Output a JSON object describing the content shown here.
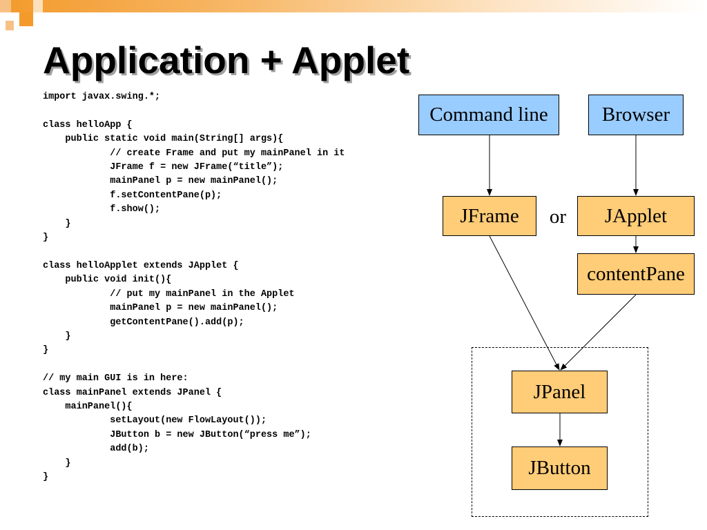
{
  "slide": {
    "title": "Application + Applet",
    "code_lines": [
      "import javax.swing.*;",
      "",
      "class helloApp {",
      "    public static void main(String[] args){",
      "            // create Frame and put my mainPanel in it",
      "            JFrame f = new JFrame(“title”);",
      "            mainPanel p = new mainPanel();",
      "            f.setContentPane(p);",
      "            f.show();",
      "    }",
      "}",
      "",
      "class helloApplet extends JApplet {",
      "    public void init(){",
      "            // put my mainPanel in the Applet",
      "            mainPanel p = new mainPanel();",
      "            getContentPane().add(p);",
      "    }",
      "}",
      "",
      "// my main GUI is in here:",
      "class mainPanel extends JPanel {",
      "    mainPanel(){",
      "            setLayout(new FlowLayout());",
      "            JButton b = new JButton(“press me”);",
      "            add(b);",
      "    }",
      "}"
    ]
  },
  "diagram": {
    "nodes": {
      "command_line": "Command line",
      "browser": "Browser",
      "jframe": "JFrame",
      "japplet": "JApplet",
      "content_pane": "contentPane",
      "jpanel": "JPanel",
      "jbutton": "JButton"
    },
    "or_label": "or"
  },
  "colors": {
    "source_node": "#99ccff",
    "component_node": "#ffcc77",
    "accent": "#f39a2b"
  }
}
